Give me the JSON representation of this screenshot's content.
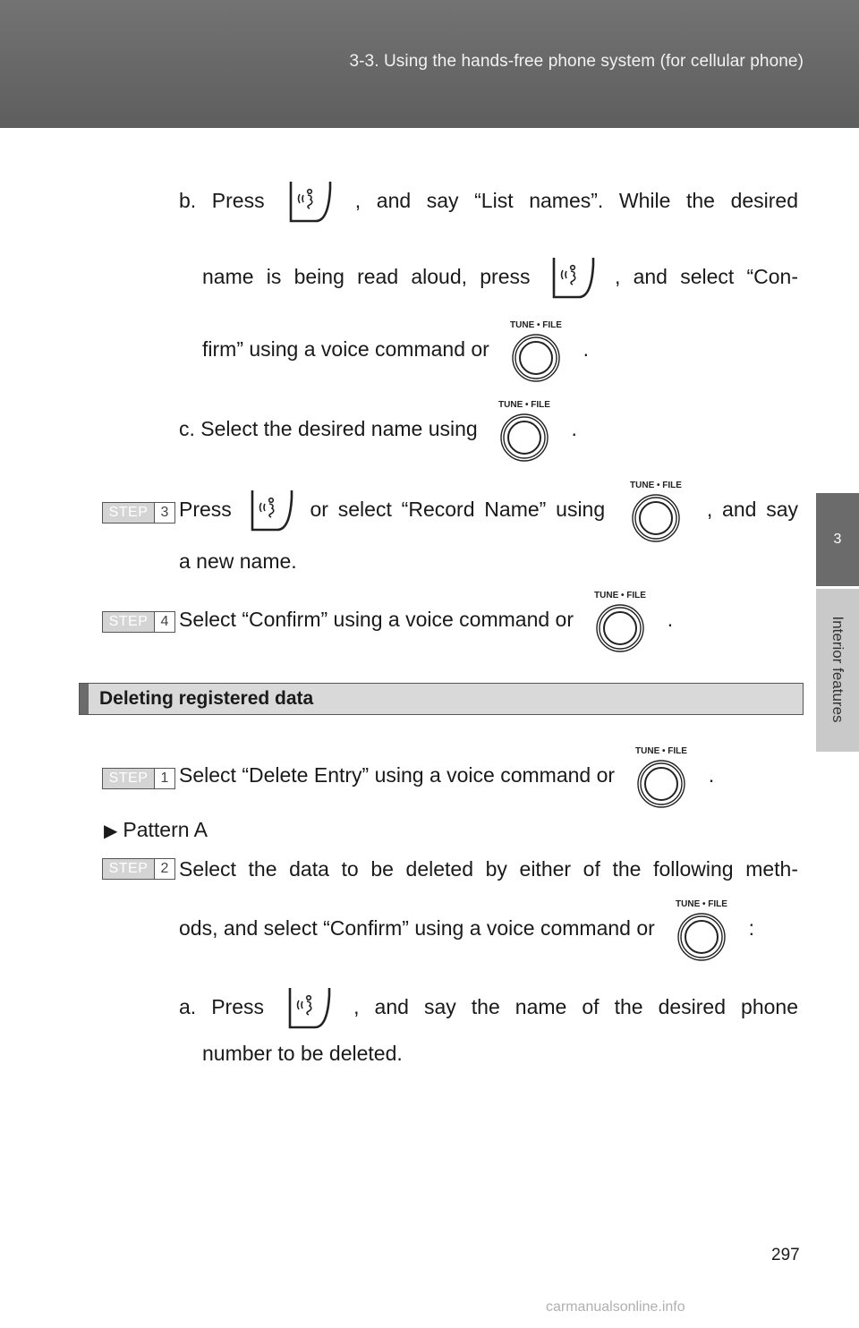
{
  "header": {
    "title": "3-3. Using the hands-free phone system (for cellular phone)"
  },
  "side_tab": {
    "chapter_number": "3",
    "chapter_label": "Interior features"
  },
  "icons": {
    "voice": "voice-command-switch-icon",
    "knob": "tune-file-knob-icon",
    "knob_label": "TUNE • FILE"
  },
  "content": {
    "b_line1_a": "b. Press",
    "b_line1_b": ", and say “List names”. While the desired",
    "b_line2_a": "name is being read aloud, press",
    "b_line2_b": ", and select “Con-",
    "b_line3_a": "firm” using a voice command or",
    "b_line3_b": ".",
    "c_line_a": "c. Select the desired name using",
    "c_line_b": ".",
    "step3_a": "Press",
    "step3_b": "or select “Record Name” using",
    "step3_c": ", and say",
    "step3_line2": "a new name.",
    "step4_a": "Select “Confirm” using a voice command or",
    "step4_b": ".",
    "section_title": "Deleting registered data",
    "s1_a": "Select “Delete Entry” using a voice command or",
    "s1_b": ".",
    "pattern": "Pattern A",
    "s2_line1": "Select the data to be deleted by either of the following meth-",
    "s2_line2_a": "ods, and select “Confirm” using a voice command or",
    "s2_line2_b": ":",
    "a_line1_a": "a. Press",
    "a_line1_b": ", and say the name of the desired phone",
    "a_line2": "number to be deleted."
  },
  "steps": {
    "word": "STEP",
    "n3": "3",
    "n4": "4",
    "n1": "1",
    "n2": "2"
  },
  "footer": {
    "page_number": "297",
    "watermark": "carmanualsonline.info"
  }
}
